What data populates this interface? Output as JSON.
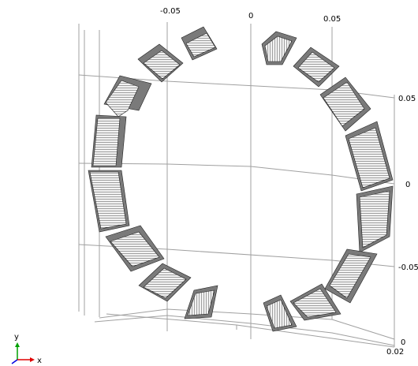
{
  "viewport": {
    "axis_labels": {
      "top_left": "-0.05",
      "top_center": "0",
      "top_right": "0.05",
      "right_upper": "0.05",
      "right_mid": "0",
      "right_lower": "-0.05",
      "bottom_zero": "0",
      "bottom_depth": "0.02"
    },
    "triad": {
      "y": "y",
      "x": "x"
    },
    "colors": {
      "block_side": "#7a7a7a",
      "block_face": "#f2f2f2",
      "block_stripe": "#3a3a3a",
      "grid": "#a0a0a0",
      "triad_y": "#00a000",
      "triad_x": "#e00000",
      "triad_z": "#0000e0"
    }
  }
}
